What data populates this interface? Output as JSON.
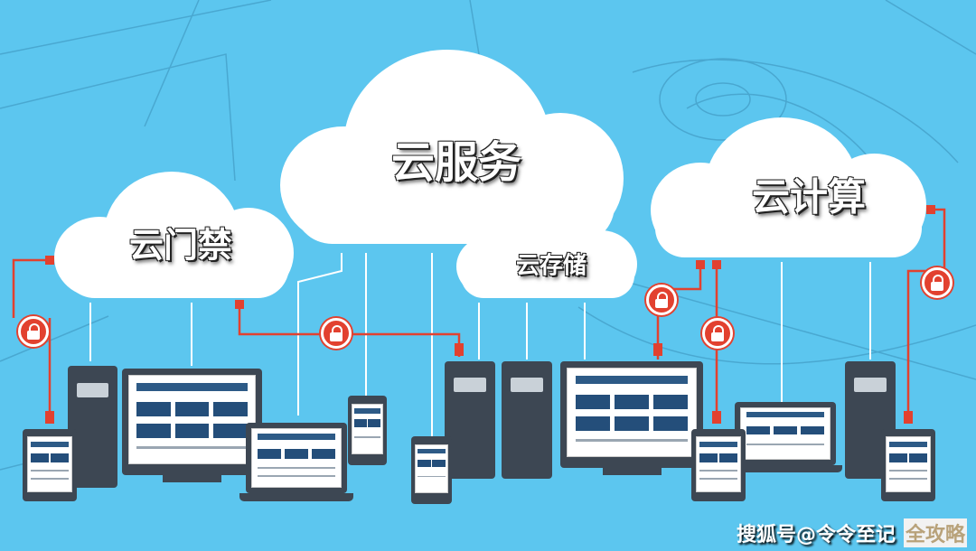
{
  "clouds": {
    "access_control": "云门禁",
    "service": "云服务",
    "storage": "云存储",
    "computing": "云计算"
  },
  "watermark": {
    "source": "搜狐号@令令至记",
    "overlay": "全攻略"
  },
  "colors": {
    "background": "#5cc6ef",
    "cloud": "#ffffff",
    "device": "#3d4753",
    "secure_link": "#e2412f",
    "screen_block": "#244e7a"
  },
  "icons": [
    "lock-icon",
    "server-icon",
    "monitor-icon",
    "laptop-icon",
    "tablet-icon",
    "phone-icon"
  ]
}
